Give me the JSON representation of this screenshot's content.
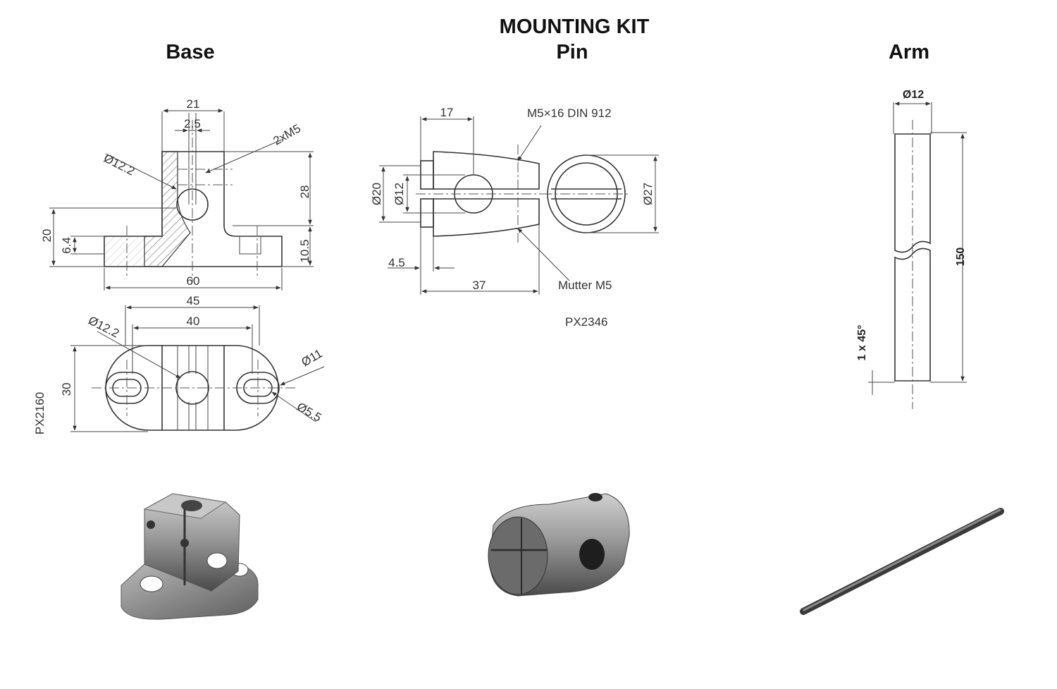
{
  "titles": {
    "main": "MOUNTING KIT",
    "base": "Base",
    "pin": "Pin",
    "arm": "Arm"
  },
  "base_drawing": {
    "dim_21": "21",
    "dim_2_5": "2.5",
    "dim_2xm5": "2xM5",
    "dim_d12_2": "Ø12.2",
    "dim_28": "28",
    "dim_20": "20",
    "dim_6_4": "6.4",
    "dim_10_5": "10.5",
    "dim_60": "60",
    "dim_45": "45",
    "dim_40": "40",
    "dim_d12_2_top": "Ø12.2",
    "dim_d11": "Ø11",
    "dim_30": "30",
    "dim_d5_5": "Ø5.5",
    "part_no": "PX2160"
  },
  "pin_drawing": {
    "dim_17": "17",
    "screw": "M5×16 DIN 912",
    "dim_d20": "Ø20",
    "dim_d12": "Ø12",
    "dim_d27": "Ø27",
    "dim_4_5": "4.5",
    "dim_37": "37",
    "nut": "Mutter M5",
    "part_no": "PX2346"
  },
  "arm_drawing": {
    "dim_d12": "Ø12",
    "dim_150": "150",
    "chamfer": "1 x 45°"
  }
}
